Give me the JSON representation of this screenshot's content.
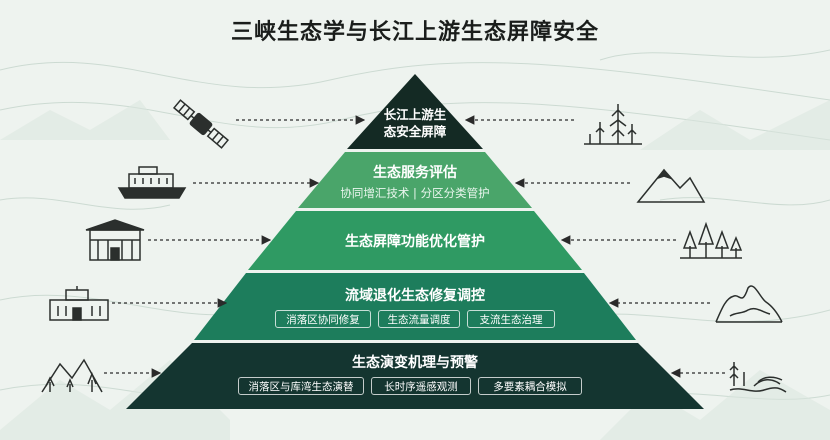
{
  "title": "三峡生态学与长江上游生态屏障安全",
  "colors": {
    "tier1": "#142a24",
    "tier2": "#4aa56a",
    "tier3": "#2f9a63",
    "tier4": "#1d7d5c",
    "tier5": "#143530",
    "background": "#eef3ef",
    "arrow": "#2a2a2a"
  },
  "pyramid": {
    "tier1": {
      "title_line1": "长江上游生",
      "title_line2": "态安全屏障"
    },
    "tier2": {
      "title": "生态服务评估",
      "subtitle": "协同增汇技术 | 分区分类管护"
    },
    "tier3": {
      "title": "生态屏障功能优化管护"
    },
    "tier4": {
      "title": "流域退化生态修复调控",
      "tags": [
        "消落区协同修复",
        "生态流量调度",
        "支流生态治理"
      ]
    },
    "tier5": {
      "title": "生态演变机理与预警",
      "tags": [
        "消落区与库湾生态演替",
        "长时序遥感观测",
        "多要素耦合模拟"
      ]
    }
  },
  "icons": {
    "left": [
      "satellite-icon",
      "ship-icon",
      "building-icon",
      "dam-building-icon",
      "mountain-trees-icon"
    ],
    "right": [
      "grass-icon",
      "mountain-icon",
      "forest-icon",
      "karst-mountain-icon",
      "wetland-icon"
    ]
  }
}
